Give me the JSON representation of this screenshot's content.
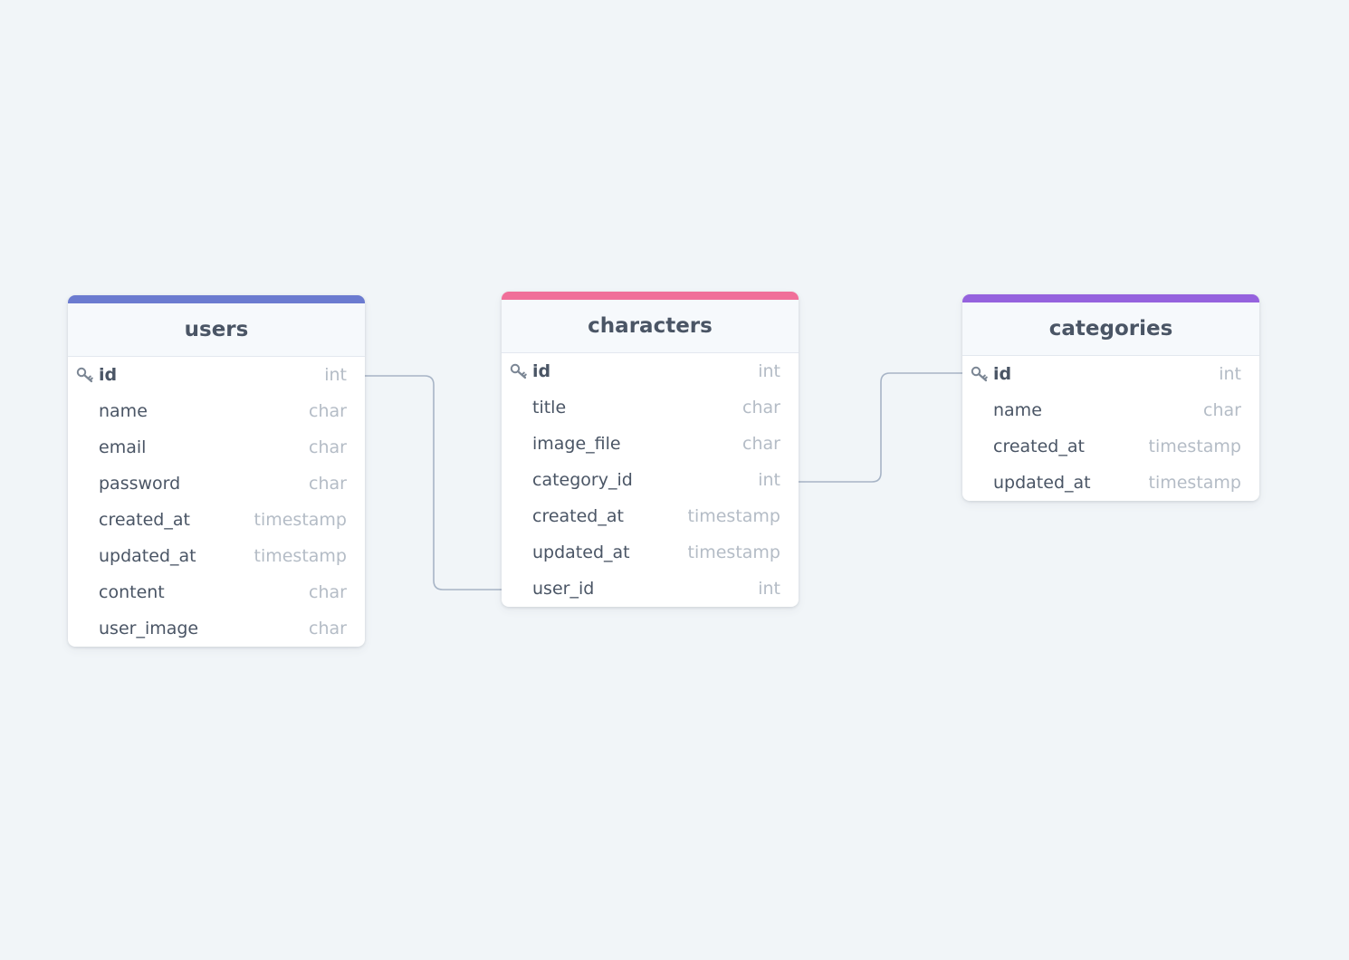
{
  "colors": {
    "background": "#f1f5f8",
    "connector": "#a7b4c6",
    "users_accent": "#6b7bd0",
    "characters_accent": "#f06f99",
    "categories_accent": "#9562de"
  },
  "tables": {
    "users": {
      "title": "users",
      "fields": [
        {
          "name": "id",
          "type": "int",
          "primary_key": true
        },
        {
          "name": "name",
          "type": "char"
        },
        {
          "name": "email",
          "type": "char"
        },
        {
          "name": "password",
          "type": "char"
        },
        {
          "name": "created_at",
          "type": "timestamp"
        },
        {
          "name": "updated_at",
          "type": "timestamp"
        },
        {
          "name": "content",
          "type": "char"
        },
        {
          "name": "user_image",
          "type": "char"
        }
      ]
    },
    "characters": {
      "title": "characters",
      "fields": [
        {
          "name": "id",
          "type": "int",
          "primary_key": true
        },
        {
          "name": "title",
          "type": "char"
        },
        {
          "name": "image_file",
          "type": "char"
        },
        {
          "name": "category_id",
          "type": "int"
        },
        {
          "name": "created_at",
          "type": "timestamp"
        },
        {
          "name": "updated_at",
          "type": "timestamp"
        },
        {
          "name": "user_id",
          "type": "int"
        }
      ]
    },
    "categories": {
      "title": "categories",
      "fields": [
        {
          "name": "id",
          "type": "int",
          "primary_key": true
        },
        {
          "name": "name",
          "type": "char"
        },
        {
          "name": "created_at",
          "type": "timestamp"
        },
        {
          "name": "updated_at",
          "type": "timestamp"
        }
      ]
    }
  },
  "relationships": [
    {
      "from": "users.id",
      "to": "characters.user_id"
    },
    {
      "from": "characters.category_id",
      "to": "categories.id"
    }
  ]
}
